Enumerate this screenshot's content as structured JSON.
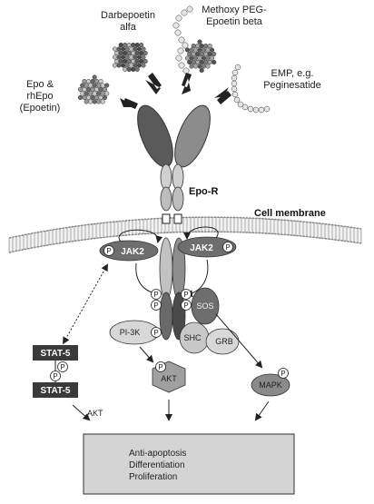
{
  "ligands": {
    "darbepoetin": [
      "Darbepoetin",
      "alfa"
    ],
    "methoxy_peg": [
      "Methoxy PEG-",
      "Epoetin beta"
    ],
    "epo": [
      "Epo &",
      "rhEpo",
      "(Epoetin)"
    ],
    "emp": [
      "EMP, e.g.",
      "Peginesatide"
    ]
  },
  "receptor": {
    "label": "Epo-R"
  },
  "membrane": {
    "label": "Cell membrane"
  },
  "kinases": {
    "jak2_left": "JAK2",
    "jak2_right": "JAK2"
  },
  "phospho": {
    "symbol": "P"
  },
  "adaptors": {
    "pi3k": "PI-3K",
    "shc": "SHC",
    "sos": "SOS",
    "grb": "GRB"
  },
  "effectors": {
    "akt": "AKT",
    "mapk": "MAPK",
    "stat_top": "STAT-5",
    "stat_bottom": "STAT-5",
    "akt_label": "AKT"
  },
  "outcomes": [
    "Anti-apoptosis",
    "Differentiation",
    "Proliferation"
  ],
  "colors": {
    "dark": "#555555",
    "mid": "#8a8a8a",
    "light": "#c8c8c8",
    "box": "#d4d4d4",
    "stat": "#3a3a3a"
  }
}
